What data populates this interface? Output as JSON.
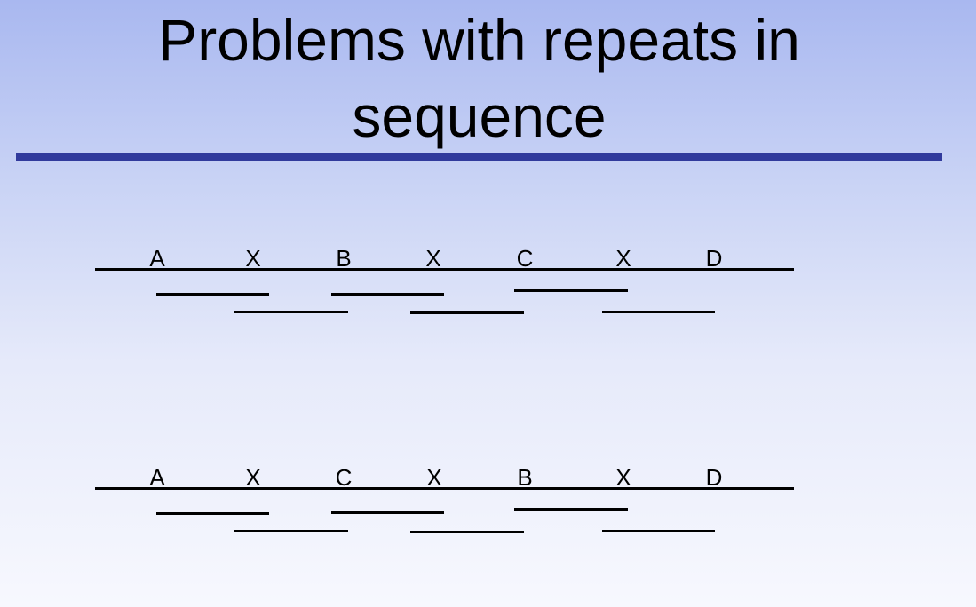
{
  "slide": {
    "title_line1": "Problems with repeats in",
    "title_line2": "sequence"
  },
  "diagrams": [
    {
      "name": "original-order",
      "labels": [
        "A",
        "X",
        "B",
        "X",
        "C",
        "X",
        "D"
      ],
      "read_count": 6
    },
    {
      "name": "misassembled-order",
      "labels": [
        "A",
        "X",
        "C",
        "X",
        "B",
        "X",
        "D"
      ],
      "read_count": 6
    }
  ],
  "colors": {
    "title_rule": "#313a9c",
    "background_top": "#a9b8f0",
    "background_bottom": "#f7f8fe",
    "line": "#000000"
  }
}
